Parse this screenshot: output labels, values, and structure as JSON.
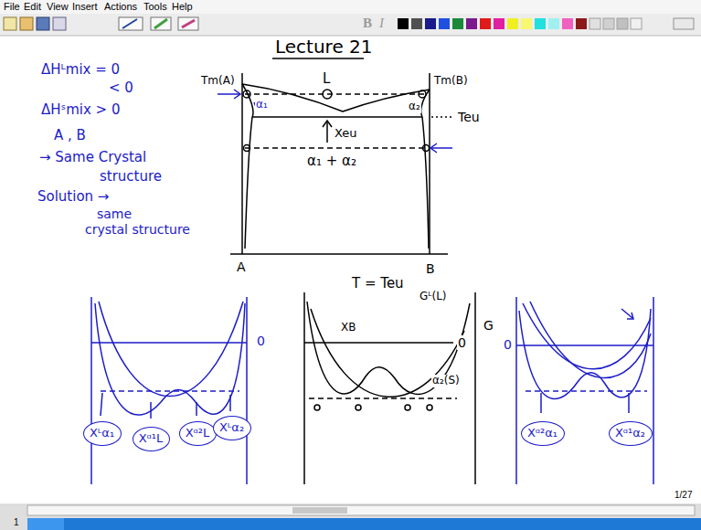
{
  "diagram": {
    "title": "Lecture 21",
    "nodes": [
      {
        "text": [
          "Xᴸα₁"
        ]
      },
      {
        "text": [
          "Xᵅ¹L"
        ]
      },
      {
        "text": [
          "Xᵅ²L"
        ]
      },
      {
        "text": [
          "Xᴸα₂"
        ]
      },
      {
        "text": [
          "Xᵅ²α₁"
        ]
      },
      {
        "text": [
          "Xᵅ¹α₂"
        ]
      }
    ],
    "labels": [
      "File",
      "Edit",
      "View",
      "Insert",
      "Actions",
      "Tools",
      "Help",
      "B",
      "I",
      "ΔHᴸmix = 0",
      "< 0",
      "ΔHˢmix > 0",
      "A , B",
      "→ Same Crystal",
      "structure",
      "Solution →",
      "same",
      "crystal structure",
      "Tm(A)",
      "Tm(B)",
      "L",
      "α₁",
      "α₂",
      "Teu",
      "Xeu",
      "α₁ + α₂",
      "A",
      "B",
      "T = Teu",
      "XB",
      "G",
      "Gᴸ(L)",
      "α₂(S)",
      "0",
      "0",
      "0",
      "1/27",
      "1"
    ]
  }
}
